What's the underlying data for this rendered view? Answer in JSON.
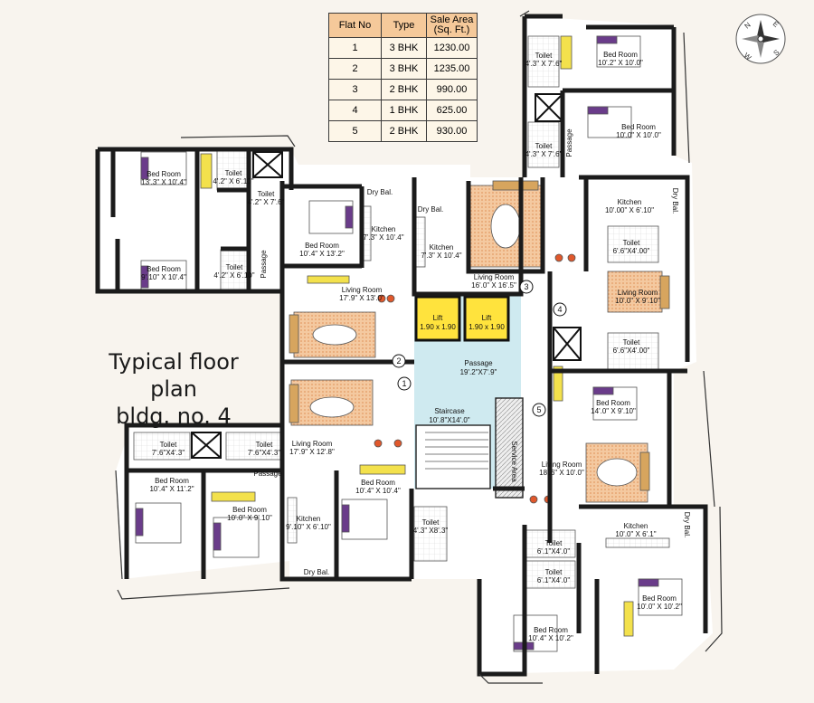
{
  "title_line1": "Typical floor plan",
  "title_line2": "bldg. no. 4",
  "table": {
    "headers": [
      "Flat No",
      "Type",
      "Sale Area (Sq. Ft.)"
    ],
    "rows": [
      [
        "1",
        "3 BHK",
        "1230.00"
      ],
      [
        "2",
        "3 BHK",
        "1235.00"
      ],
      [
        "3",
        "2 BHK",
        "990.00"
      ],
      [
        "4",
        "1 BHK",
        "625.00"
      ],
      [
        "5",
        "2 BHK",
        "930.00"
      ]
    ]
  },
  "compass_letters": [
    "N",
    "E",
    "S",
    "W"
  ],
  "flat_markers": [
    "1",
    "2",
    "3",
    "4",
    "5"
  ],
  "rooms": [
    {
      "name": "Bed Room",
      "size": "13'.3\" X 10'.4\""
    },
    {
      "name": "Toilet",
      "size": "4'.2\" X 6'.10\""
    },
    {
      "name": "Toilet",
      "size": "4'.2\" X 7'.6\""
    },
    {
      "name": "Bed Room",
      "size": "9'.10\" X 10'.4\""
    },
    {
      "name": "Toilet",
      "size": "4'.2\" X 6'.10\""
    },
    {
      "name": "Passage",
      "size": ""
    },
    {
      "name": "Bed Room",
      "size": "10'.4\" X 13'.2\""
    },
    {
      "name": "Kitchen",
      "size": "7'.3\" X 10'.4\""
    },
    {
      "name": "Dry Bal.",
      "size": ""
    },
    {
      "name": "Dry Bal.",
      "size": ""
    },
    {
      "name": "Kitchen",
      "size": "7'.3\" X 10'.4\""
    },
    {
      "name": "Living Room",
      "size": "17'.9\" X 13'.0\""
    },
    {
      "name": "Living Room",
      "size": "16'.0\" X 16'.5\""
    },
    {
      "name": "Toilet",
      "size": "4'.3\" X 7'.6\""
    },
    {
      "name": "Toilet",
      "size": "4'.3\" X 7'.6\""
    },
    {
      "name": "Passage",
      "size": ""
    },
    {
      "name": "Bed Room",
      "size": "10'.2\" X 10'.0\""
    },
    {
      "name": "Bed Room",
      "size": "10'.0\" X 10'.0\""
    },
    {
      "name": "Kitchen",
      "size": "10'.00\" X 6'.10\""
    },
    {
      "name": "Dry Bal.",
      "size": ""
    },
    {
      "name": "Toilet",
      "size": "6'.6\"X4'.00\""
    },
    {
      "name": "Living Room",
      "size": "10'.0\" X 9'.10\""
    },
    {
      "name": "Toilet",
      "size": "6'.6\"X4'.00\""
    },
    {
      "name": "Lift",
      "size": "1.90 x 1.90"
    },
    {
      "name": "Lift",
      "size": "1.90 x 1.90"
    },
    {
      "name": "Passage",
      "size": "19'.2\"X7'.9\""
    },
    {
      "name": "Staircase",
      "size": "10'.8\"X14'.0\""
    },
    {
      "name": "Service Area",
      "size": ""
    },
    {
      "name": "Bed Room",
      "size": "14'.0\" X 9'.10\""
    },
    {
      "name": "Living Room",
      "size": "18'.6\" X 10'.0\""
    },
    {
      "name": "Kitchen",
      "size": "10'.0\" X 6'.1\""
    },
    {
      "name": "Dry Bal.",
      "size": ""
    },
    {
      "name": "Toilet",
      "size": "6'.1\"X4'.0\""
    },
    {
      "name": "Toilet",
      "size": "6'.1\"X4'.0\""
    },
    {
      "name": "Bed Room",
      "size": "10'.0\" X 10'.2\""
    },
    {
      "name": "Bed Room",
      "size": "10'.4\" X 10'.2\""
    },
    {
      "name": "Living Room",
      "size": "17'.9\" X 12'.8\""
    },
    {
      "name": "Toilet",
      "size": "7'.6\"X4'.3\""
    },
    {
      "name": "Toilet",
      "size": "7'.6\"X4'.3\""
    },
    {
      "name": "Passage",
      "size": ""
    },
    {
      "name": "Bed Room",
      "size": "10'.4\" X 11'.2\""
    },
    {
      "name": "Bed Room",
      "size": "10'.0\" X 9'.10\""
    },
    {
      "name": "Kitchen",
      "size": "9'.10\" X 6'.10\""
    },
    {
      "name": "Dry Bal.",
      "size": ""
    },
    {
      "name": "Bed Room",
      "size": "10'.4\" X 10'.4\""
    },
    {
      "name": "Toilet",
      "size": "4'.3\" X8'.3\""
    }
  ]
}
